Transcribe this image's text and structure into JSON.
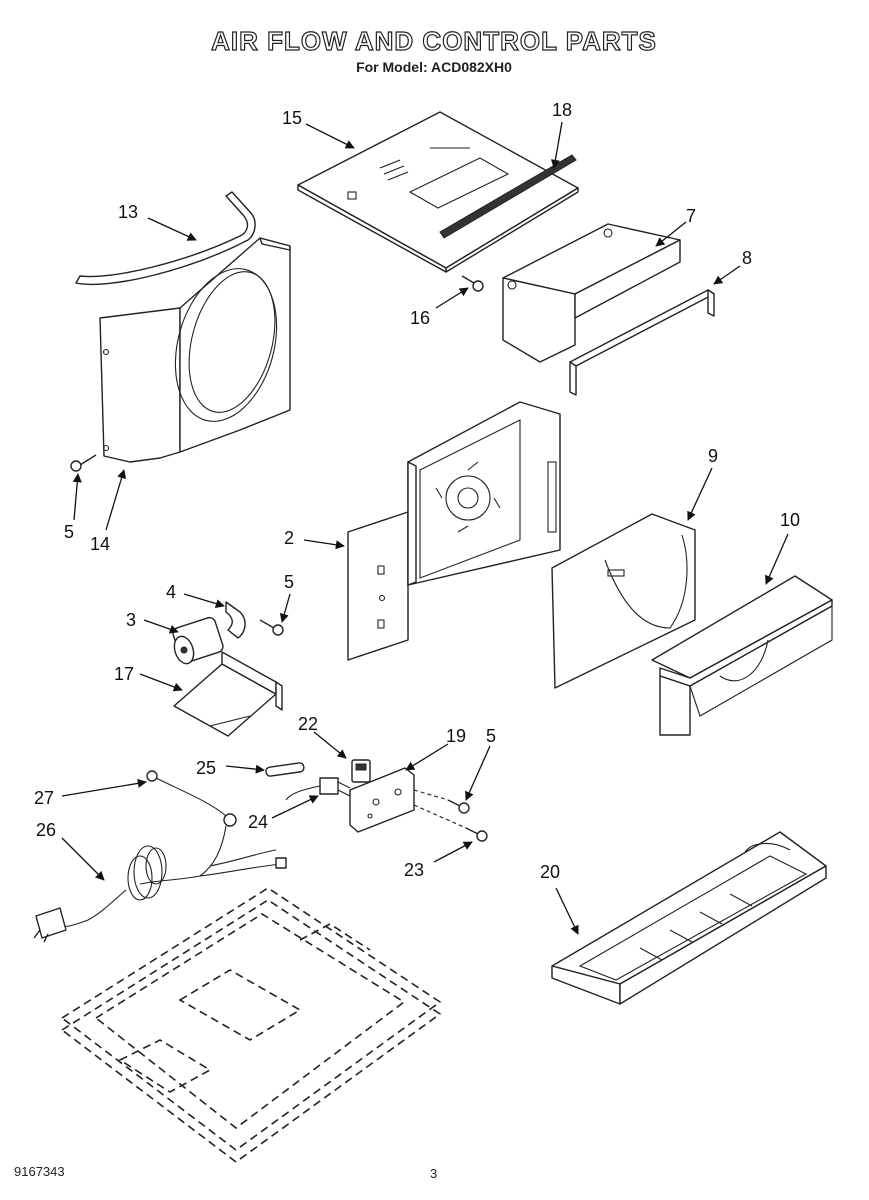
{
  "header": {
    "title": "AIR FLOW AND CONTROL PARTS",
    "subtitle": "For Model: ACD082XH0"
  },
  "footer": {
    "doc_number": "9167343",
    "page_number": "3"
  },
  "callouts": {
    "c15": "15",
    "c18": "18",
    "c13": "13",
    "c7": "7",
    "c8": "8",
    "c16": "16",
    "c5a": "5",
    "c14": "14",
    "c9": "9",
    "c10": "10",
    "c2": "2",
    "c4": "4",
    "c5b": "5",
    "c3": "3",
    "c17": "17",
    "c22": "22",
    "c19": "19",
    "c5c": "5",
    "c25": "25",
    "c27": "27",
    "c24": "24",
    "c26": "26",
    "c23": "23",
    "c20": "20"
  }
}
